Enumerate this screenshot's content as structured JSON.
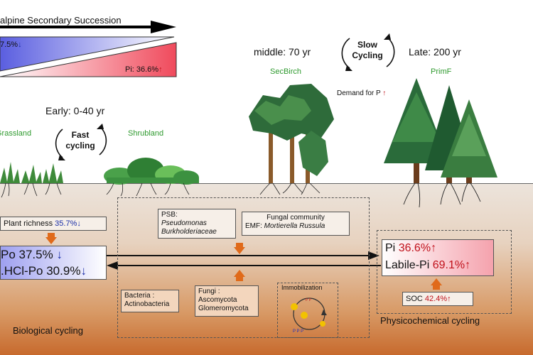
{
  "header": {
    "succession_title": "alpine Secondary Succession",
    "po_stat": "7.5%",
    "pi_stat": "Pi: 36.6%",
    "colors": {
      "blue_wedge": "#5a5ee0",
      "red_wedge": "#f04a5c",
      "soil_top": "#e9e0d7",
      "soil_bottom": "#c9692b"
    }
  },
  "stages": {
    "early": "Early: 0-40 yr",
    "middle": "middle: 70 yr",
    "late": "Late: 200 yr"
  },
  "cycling": {
    "fast": "Fast cycling",
    "slow": "Slow Cycling"
  },
  "habitats": {
    "grassland": "Grassland",
    "shrubland": "Shrubland",
    "secbirch": "SecBirch",
    "primf": "PrimF"
  },
  "demand": "Demand for P",
  "left_panel": {
    "plant_richness_label": "Plant richness",
    "plant_richness_value": "35.7%",
    "po": "Po 37.5%",
    "nahco3": ".HCl-Po 30.9%"
  },
  "center": {
    "psb_title": "PSB:",
    "psb_1": "Pseudomonas",
    "psb_2": "Burkholderiaceae",
    "fungal_title": "Fungal community",
    "emf_label": "EMF:",
    "emf_taxa": "Mortierella Russula",
    "bacteria_title": "Bacteria :",
    "bacteria_taxa": "Actinobacteria",
    "fungi_title": "Fungi :",
    "fungi_1": "Ascomycota",
    "fungi_2": "Glomeromycota",
    "immobilization": "Immobilization"
  },
  "right_panel": {
    "pi_label": "Pi",
    "pi_value": "36.6%",
    "labile_label": "Labile-Pi",
    "labile_value": "69.1%",
    "soc_label": "SOC",
    "soc_value": "42.4%"
  },
  "footer": {
    "biological": "Biological cycling",
    "physicochemical": "Physicochemical cycling"
  }
}
